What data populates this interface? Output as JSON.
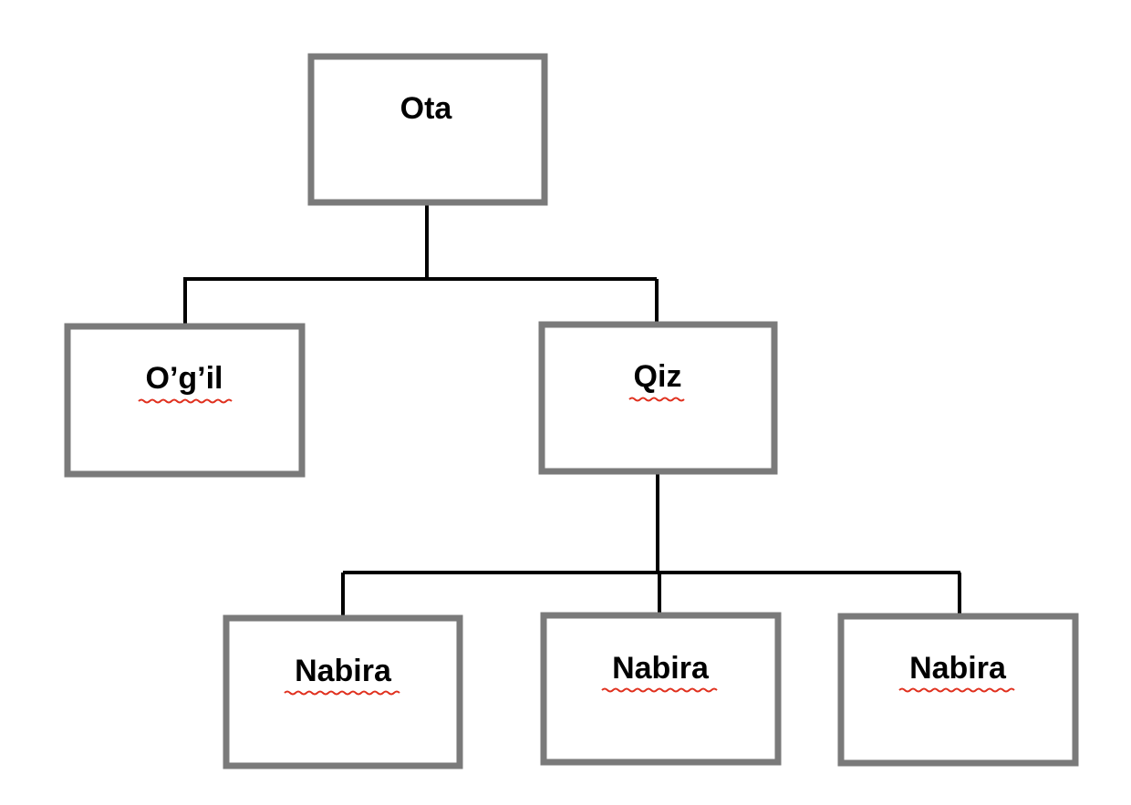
{
  "diagram": {
    "nodes": {
      "root": {
        "label": "Ota"
      },
      "son": {
        "label": "O’g’il"
      },
      "daughter": {
        "label": "Qiz"
      },
      "grandchild_1": {
        "label": "Nabira"
      },
      "grandchild_2": {
        "label": "Nabira"
      },
      "grandchild_3": {
        "label": "Nabira"
      }
    },
    "edges": [
      {
        "from": "root",
        "to": "son"
      },
      {
        "from": "root",
        "to": "daughter"
      },
      {
        "from": "daughter",
        "to": "grandchild_1"
      },
      {
        "from": "daughter",
        "to": "grandchild_2"
      },
      {
        "from": "daughter",
        "to": "grandchild_3"
      }
    ],
    "colors": {
      "box_border": "#7a7a7a",
      "connector": "#000000",
      "spellcheck_underline": "#e0301e"
    }
  }
}
